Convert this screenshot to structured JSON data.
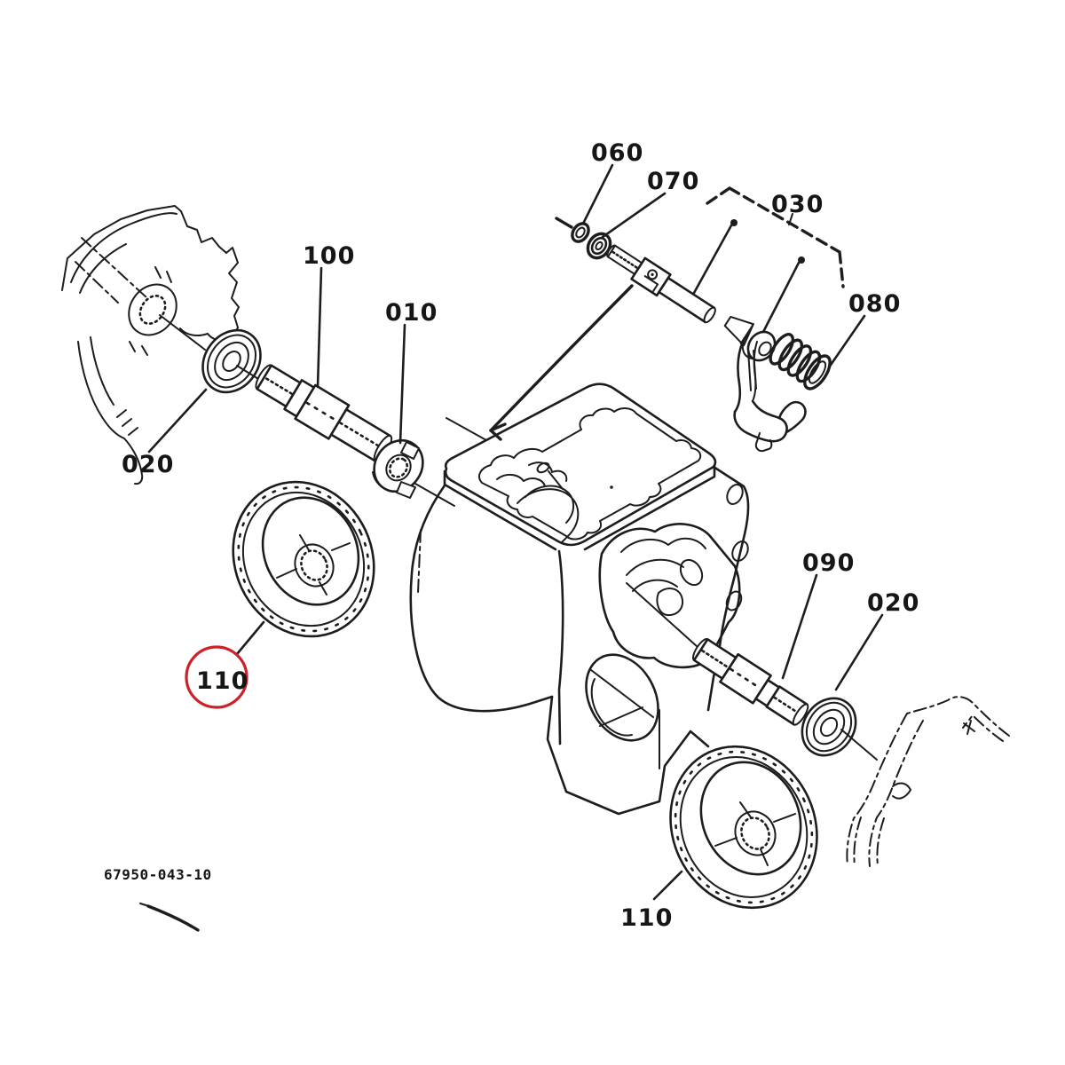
{
  "diagram": {
    "type": "exploded-parts-diagram",
    "background_color": "#ffffff",
    "line_color": "#1d1d1d",
    "highlight_color": "#cc2127",
    "drawing_number": "67950-043-10",
    "callouts": {
      "p060": "060",
      "p070": "070",
      "p030": "030",
      "p080": "080",
      "p100": "100",
      "p010": "010",
      "p020_left": "020",
      "p110_main": "110",
      "p090": "090",
      "p020_right": "020",
      "p110_lower": "110"
    },
    "highlight": {
      "target_callout": "110",
      "style": "red-circle"
    }
  }
}
